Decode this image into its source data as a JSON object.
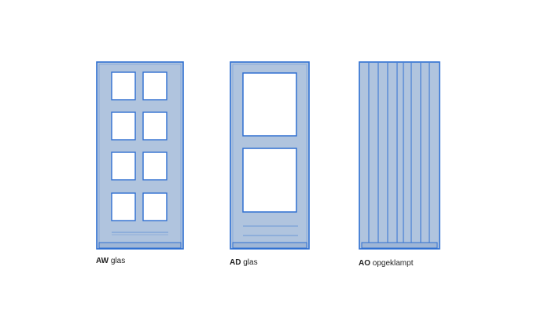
{
  "doors": [
    {
      "code": "AW",
      "label": "glas"
    },
    {
      "code": "AD",
      "label": "glas"
    },
    {
      "code": "AO",
      "label": "opgeklampt"
    }
  ],
  "colors": {
    "fill": "#b0c4de",
    "stroke": "#2f6fd1",
    "glass": "#ffffff",
    "text": "#222222"
  }
}
